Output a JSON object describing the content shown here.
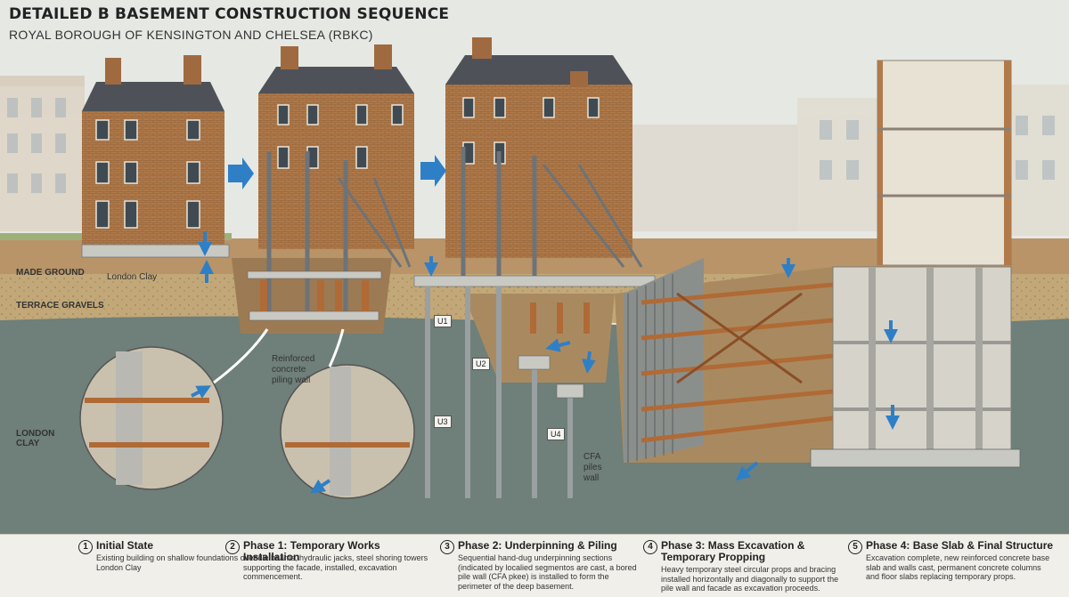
{
  "header": {
    "title": "DETAILED B BASEMENT CONSTRUCTION SEQUENCE",
    "subtitle": "ROYAL BOROUGH OF KENSINGTON AND CHELSEA (RBKC)"
  },
  "strata": {
    "made_ground": "MADE GROUND",
    "terrace_gravels": "TERRACE GRAVELS",
    "london_clay": "LONDON\nCLAY"
  },
  "annotations": {
    "london_clay_label": "London Clay",
    "piling_wall": "Reinforced\nconcrete\npiling wall",
    "cfa_wall": "CFA\npiles\nwall"
  },
  "underpin_labels": [
    "U1",
    "U2",
    "U3",
    "U4"
  ],
  "steps": [
    {
      "number": "1",
      "title": "Initial State",
      "description": "Existing building on shallow foundations over London Clay"
    },
    {
      "number": "2",
      "title": "Phase 1: Temporary Works Installation",
      "description": "Needle beams, hydraulic jacks, steel shoring towers supporting the facade, installed, excavation commencement."
    },
    {
      "number": "3",
      "title": "Phase 2: Underpinning & Piling",
      "description": "Sequential hand-dug underpinning sections (indicated by localied segmentos are cast, a bored pile wall (CFA pkee) is installed to form the perimeter of the deep basement."
    },
    {
      "number": "4",
      "title": "Phase 3: Mass Excavation & Temporary Propping",
      "description": "Heavy temporary steel circular props and bracing installed horizontally and diagonally to support the pile wall and facade as excavation proceeds."
    },
    {
      "number": "5",
      "title": "Phase 4: Base Slab & Final Structure",
      "description": "Excavation complete, new reinforced concrete base slab and walls cast, permanent concrete columns and floor slabs replacing temporary props."
    }
  ],
  "colors": {
    "brick": "#b07a4a",
    "brick_dark": "#8a5a34",
    "roof": "#4e5258",
    "clay": "#6f7f79",
    "gravel": "#c2a878",
    "made_ground": "#b89468",
    "concrete": "#c9c9c4",
    "steel": "#6d7378",
    "prop": "#b06a35",
    "arrow": "#2f7fc7"
  }
}
